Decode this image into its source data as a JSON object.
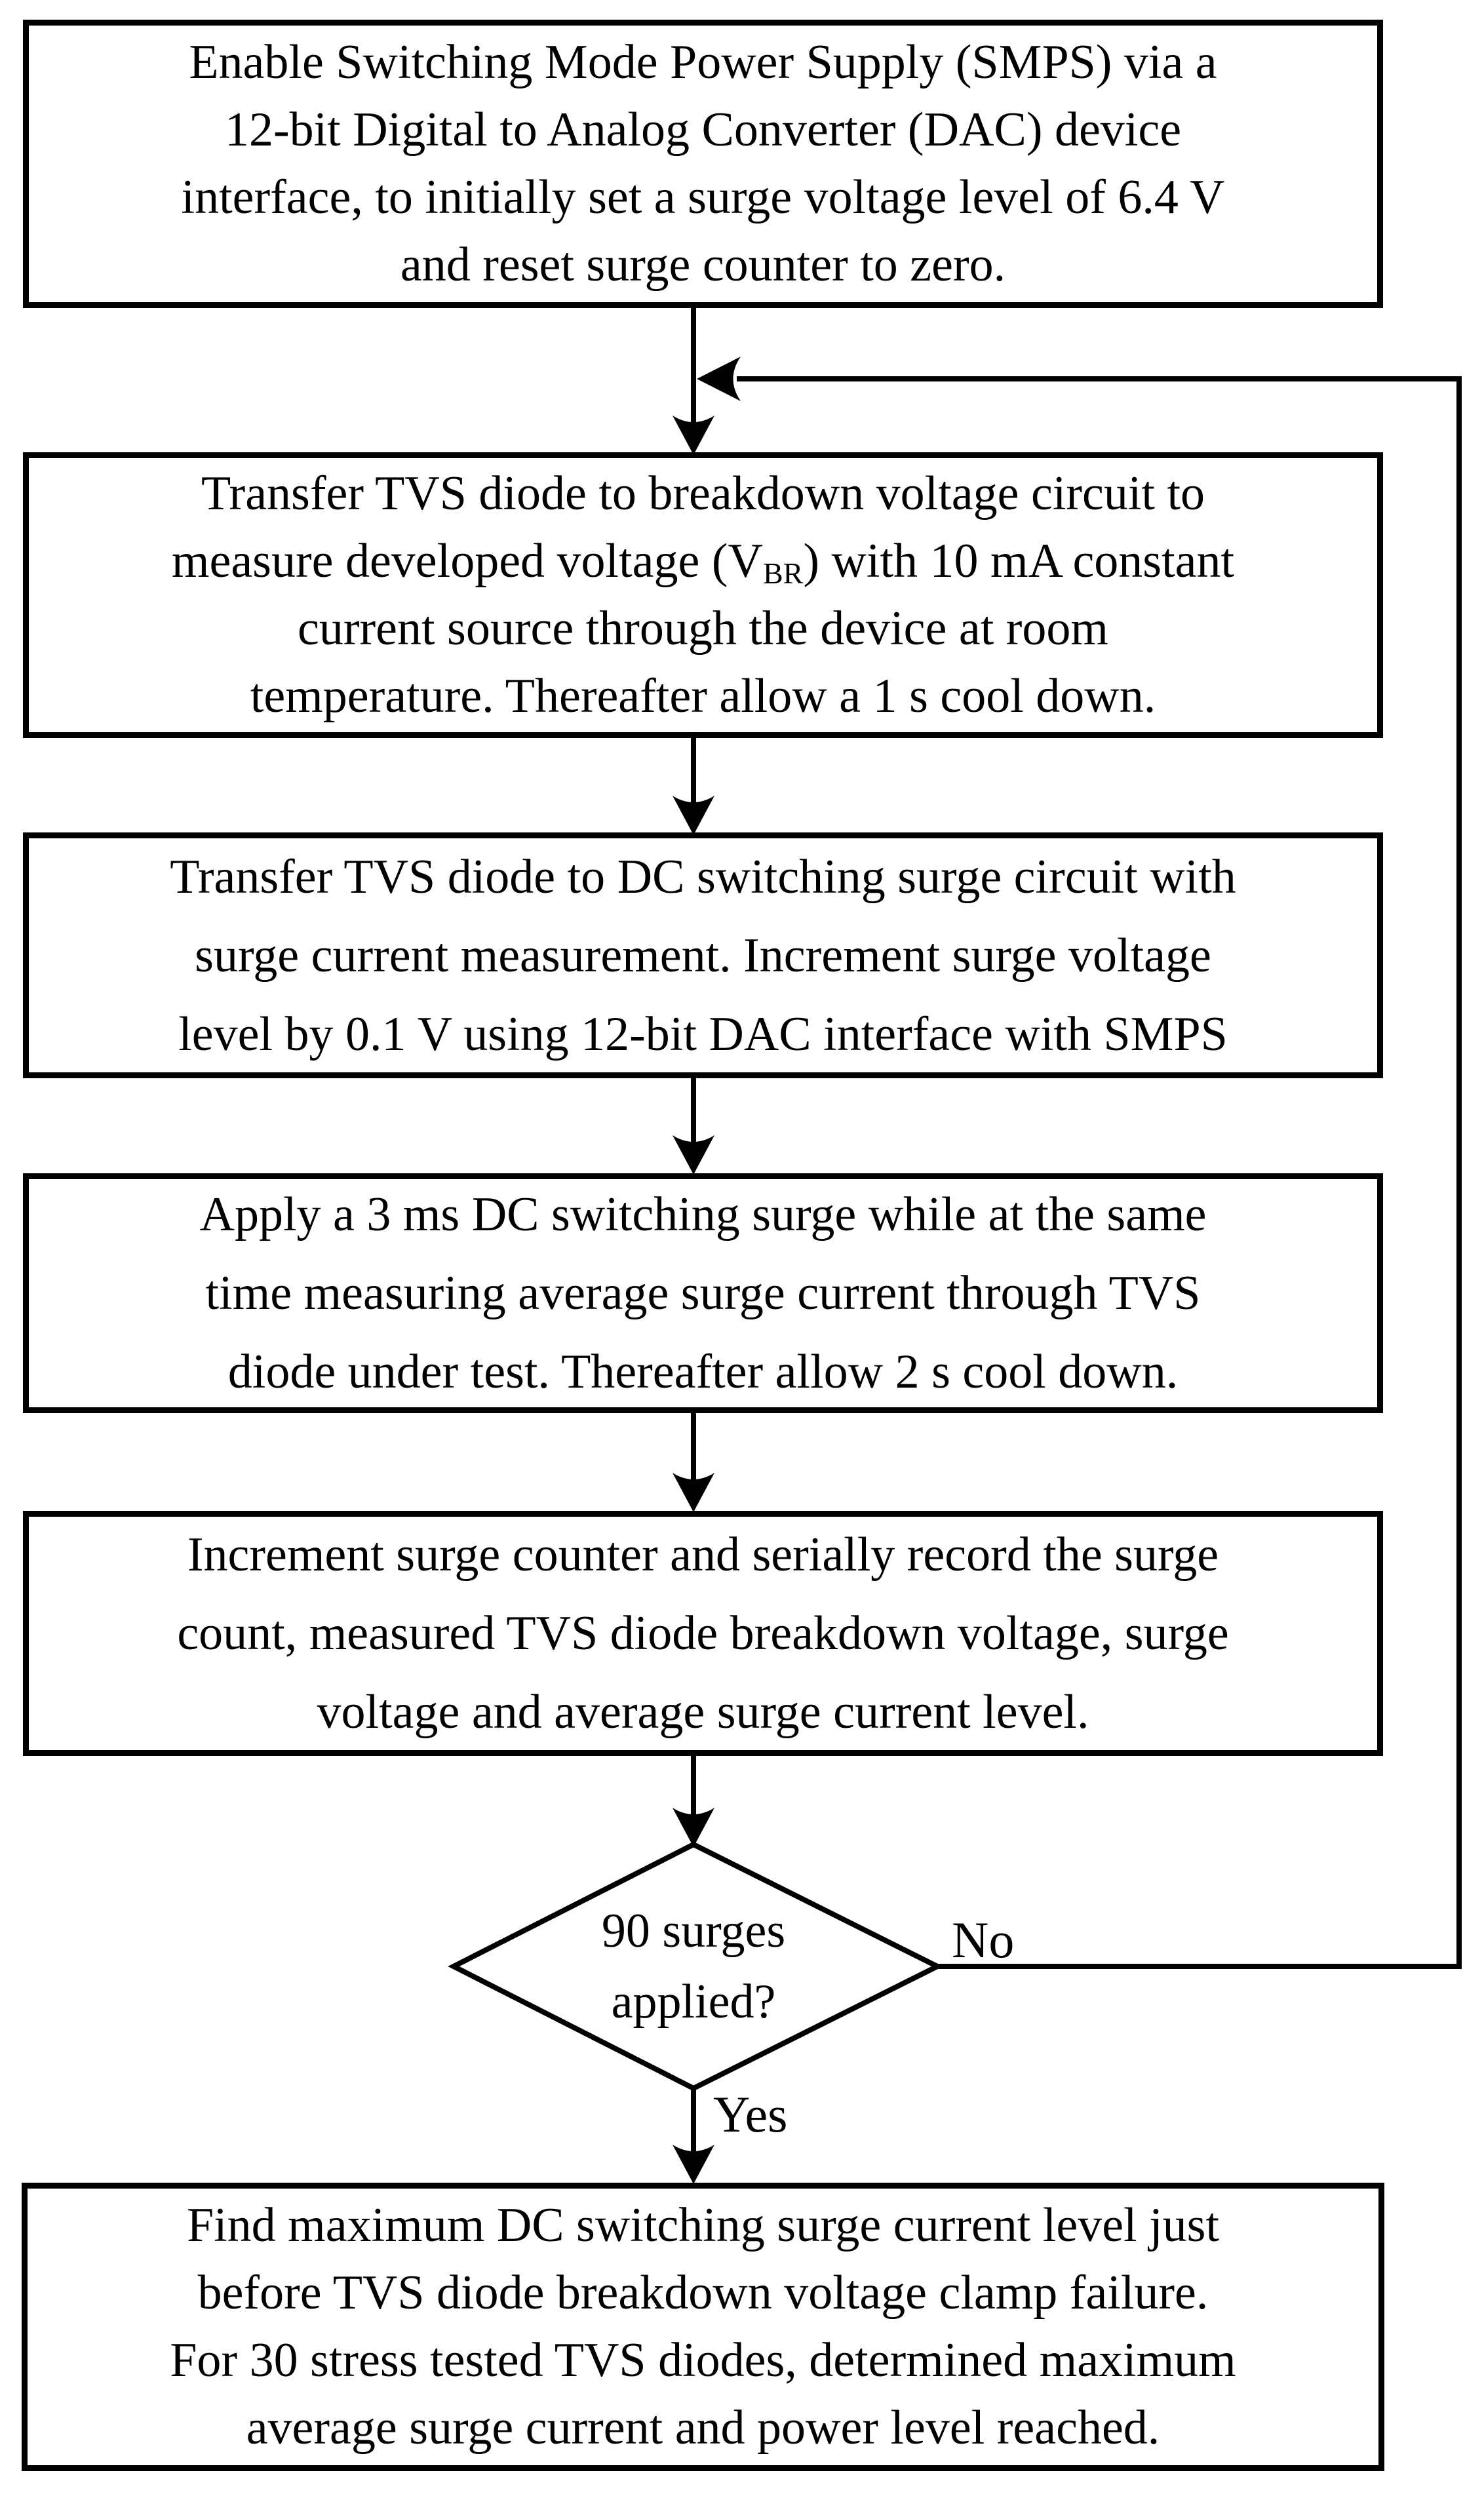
{
  "colors": {
    "background": "#ffffff",
    "ink": "#000000"
  },
  "steps": {
    "step1": {
      "lines": [
        "Enable Switching Mode Power Supply (SMPS) via a",
        "12-bit Digital to Analog Converter (DAC) device",
        "interface, to initially set a surge voltage level of 6.4 V",
        "and reset surge counter to zero."
      ]
    },
    "step2": {
      "line1": "Transfer TVS diode to breakdown voltage circuit to",
      "line2_pre": "measure developed voltage (V",
      "line2_sub": "BR",
      "line2_post": ") with 10 mA constant",
      "line3": "current source through the device at room",
      "line4": "temperature. Thereafter allow a 1 s cool down."
    },
    "step3": {
      "lines": [
        "Transfer TVS diode to DC switching surge circuit with",
        "surge current measurement. Increment surge voltage",
        "level by 0.1 V using 12-bit DAC interface with SMPS"
      ]
    },
    "step4": {
      "lines": [
        "Apply a 3 ms DC switching surge while at the same",
        "time measuring average surge current through TVS",
        "diode under test. Thereafter allow 2 s cool down."
      ]
    },
    "step5": {
      "lines": [
        "Increment surge counter and serially record the surge",
        "count, measured TVS diode breakdown voltage, surge",
        "voltage and average surge current level."
      ]
    },
    "decision": {
      "line1": "90 surges",
      "line2": "applied?"
    },
    "final": {
      "lines": [
        "Find maximum DC switching surge current level just",
        "before TVS diode breakdown voltage clamp failure.",
        "For 30 stress tested TVS diodes, determined maximum",
        "average surge current and power level reached."
      ]
    }
  },
  "edge_labels": {
    "no": "No",
    "yes": "Yes"
  }
}
